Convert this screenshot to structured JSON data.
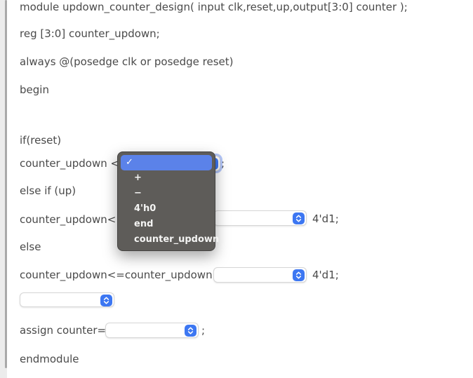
{
  "colors": {
    "code_text": "#4a4a4a",
    "popup_background": "#5e5c59",
    "popup_text": "#f4f4f3",
    "popup_highlight_blue": "#5b82e9",
    "select_stepper_blue": "#3d77f2",
    "select_border": "#d6d6d6",
    "scrollbar_track": "#ececec",
    "scrollbar_thumb": "#a9a9a9"
  },
  "code": {
    "line_module": "module updown_counter_design( input clk,reset,up,output[3:0] counter );",
    "line_reg": "reg [3:0] counter_updown;",
    "line_always": "always @(posedge clk or posedge reset)",
    "line_begin": "begin",
    "line_if": "if(reset)",
    "line_if_assign_prefix": "counter_updown <",
    "line_if_assign_suffix": ";",
    "line_elseif": "else if (up)",
    "line_up_assign_prefix": "counter_updown<",
    "line_up_assign_suffix": "4'd1;",
    "line_else": "else",
    "line_down_assign_prefix": "counter_updown<=counter_updown",
    "line_down_assign_suffix": "4'd1;",
    "line_assign_prefix": "assign counter=",
    "line_assign_suffix": ";",
    "line_endmodule": "endmodule"
  },
  "dropdown": {
    "checkmark": "✓",
    "selected_index": 0,
    "items": [
      "",
      "+",
      "−",
      "4'h0",
      "end",
      "counter_updown"
    ]
  },
  "selects": {
    "if_branch_value": "",
    "up_branch_operator": "",
    "down_branch_operator": "",
    "end_keyword": "",
    "assign_counter_value": ""
  }
}
